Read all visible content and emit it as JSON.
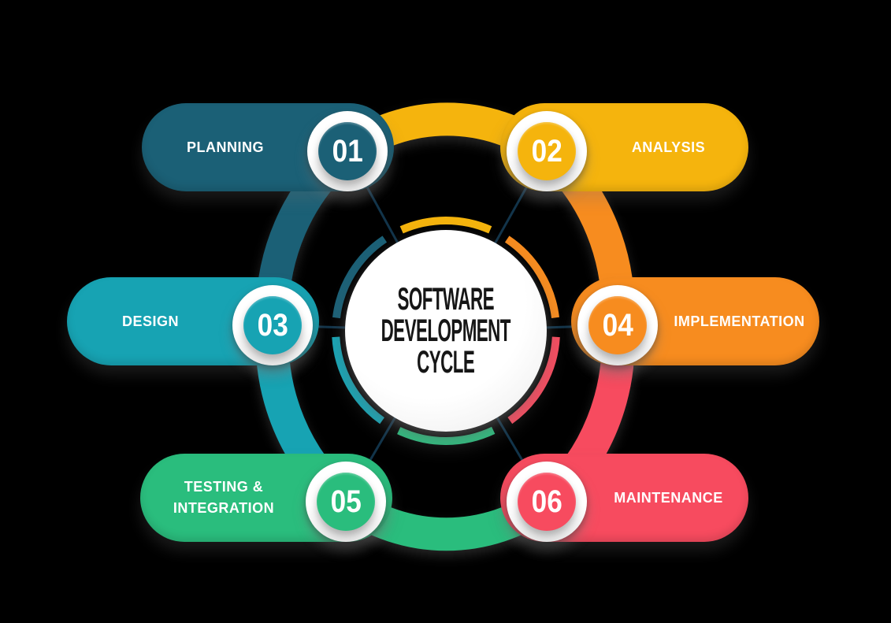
{
  "background_color": "#000000",
  "title": {
    "lines": [
      "SOFTWARE",
      "DEVELOPMENT",
      "CYCLE"
    ],
    "color": "#161616"
  },
  "stages": [
    {
      "number": "01",
      "label": "PLANNING",
      "color": "#1B6076"
    },
    {
      "number": "02",
      "label": "ANALYSIS",
      "color": "#F5B40D"
    },
    {
      "number": "03",
      "label": "DESIGN",
      "color": "#17A3B3"
    },
    {
      "number": "04",
      "label": "IMPLEMENTATION",
      "color": "#F78C1F"
    },
    {
      "number": "05",
      "label": "TESTING & INTEGRATION",
      "color": "#2ABD7D"
    },
    {
      "number": "06",
      "label": "MAINTENANCE",
      "color": "#F74B5F"
    }
  ],
  "colors": {
    "spoke_line": "#12344A",
    "label_text": "#FFFFFF",
    "number_text": "#FFFFFF",
    "badge_ring": "#FFFFFF",
    "center_circle": "#FFFFFF"
  }
}
